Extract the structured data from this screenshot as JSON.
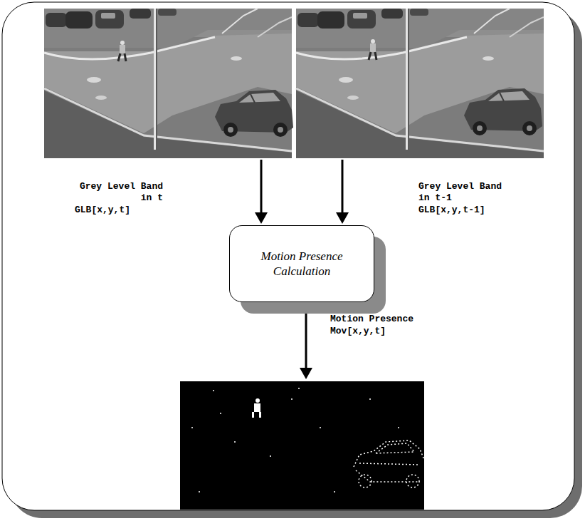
{
  "diagram": {
    "nodes": [
      {
        "text": [
          "Motion Presence Calculation"
        ]
      }
    ],
    "labels": [
      "Grey Level Band in t",
      "GLB[x,y,t]",
      "Grey Level Band in t-1",
      "GLB[x,y,t-1]",
      "Motion Presence",
      "Mov[x,y,t]"
    ]
  }
}
